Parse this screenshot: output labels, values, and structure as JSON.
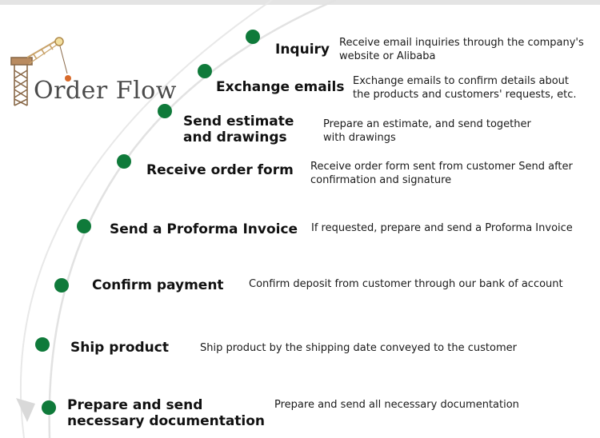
{
  "page": {
    "title": "Order Flow",
    "accent_color": "#0f7a3a",
    "icon": "tower-crane-icon"
  },
  "steps": [
    {
      "title": "Inquiry",
      "description": "Receive email inquiries through the company's\nwebsite or Alibaba"
    },
    {
      "title": "Exchange emails",
      "description": "Exchange emails to confirm details about\nthe products and customers' requests, etc."
    },
    {
      "title": "Send estimate\nand drawings",
      "description": "Prepare an estimate, and send together\nwith drawings"
    },
    {
      "title": "Receive order form",
      "description": "Receive order form sent from customer Send after\nconfirmation and signature"
    },
    {
      "title": "Send a Proforma Invoice",
      "description": "If requested, prepare and send a Proforma Invoice"
    },
    {
      "title": "Confirm payment",
      "description": "Confirm deposit from customer through our bank of account"
    },
    {
      "title": "Ship product",
      "description": "Ship product by the shipping date conveyed to the customer"
    },
    {
      "title": "Prepare and send\nnecessary documentation",
      "description": "Prepare and send all necessary documentation"
    }
  ]
}
